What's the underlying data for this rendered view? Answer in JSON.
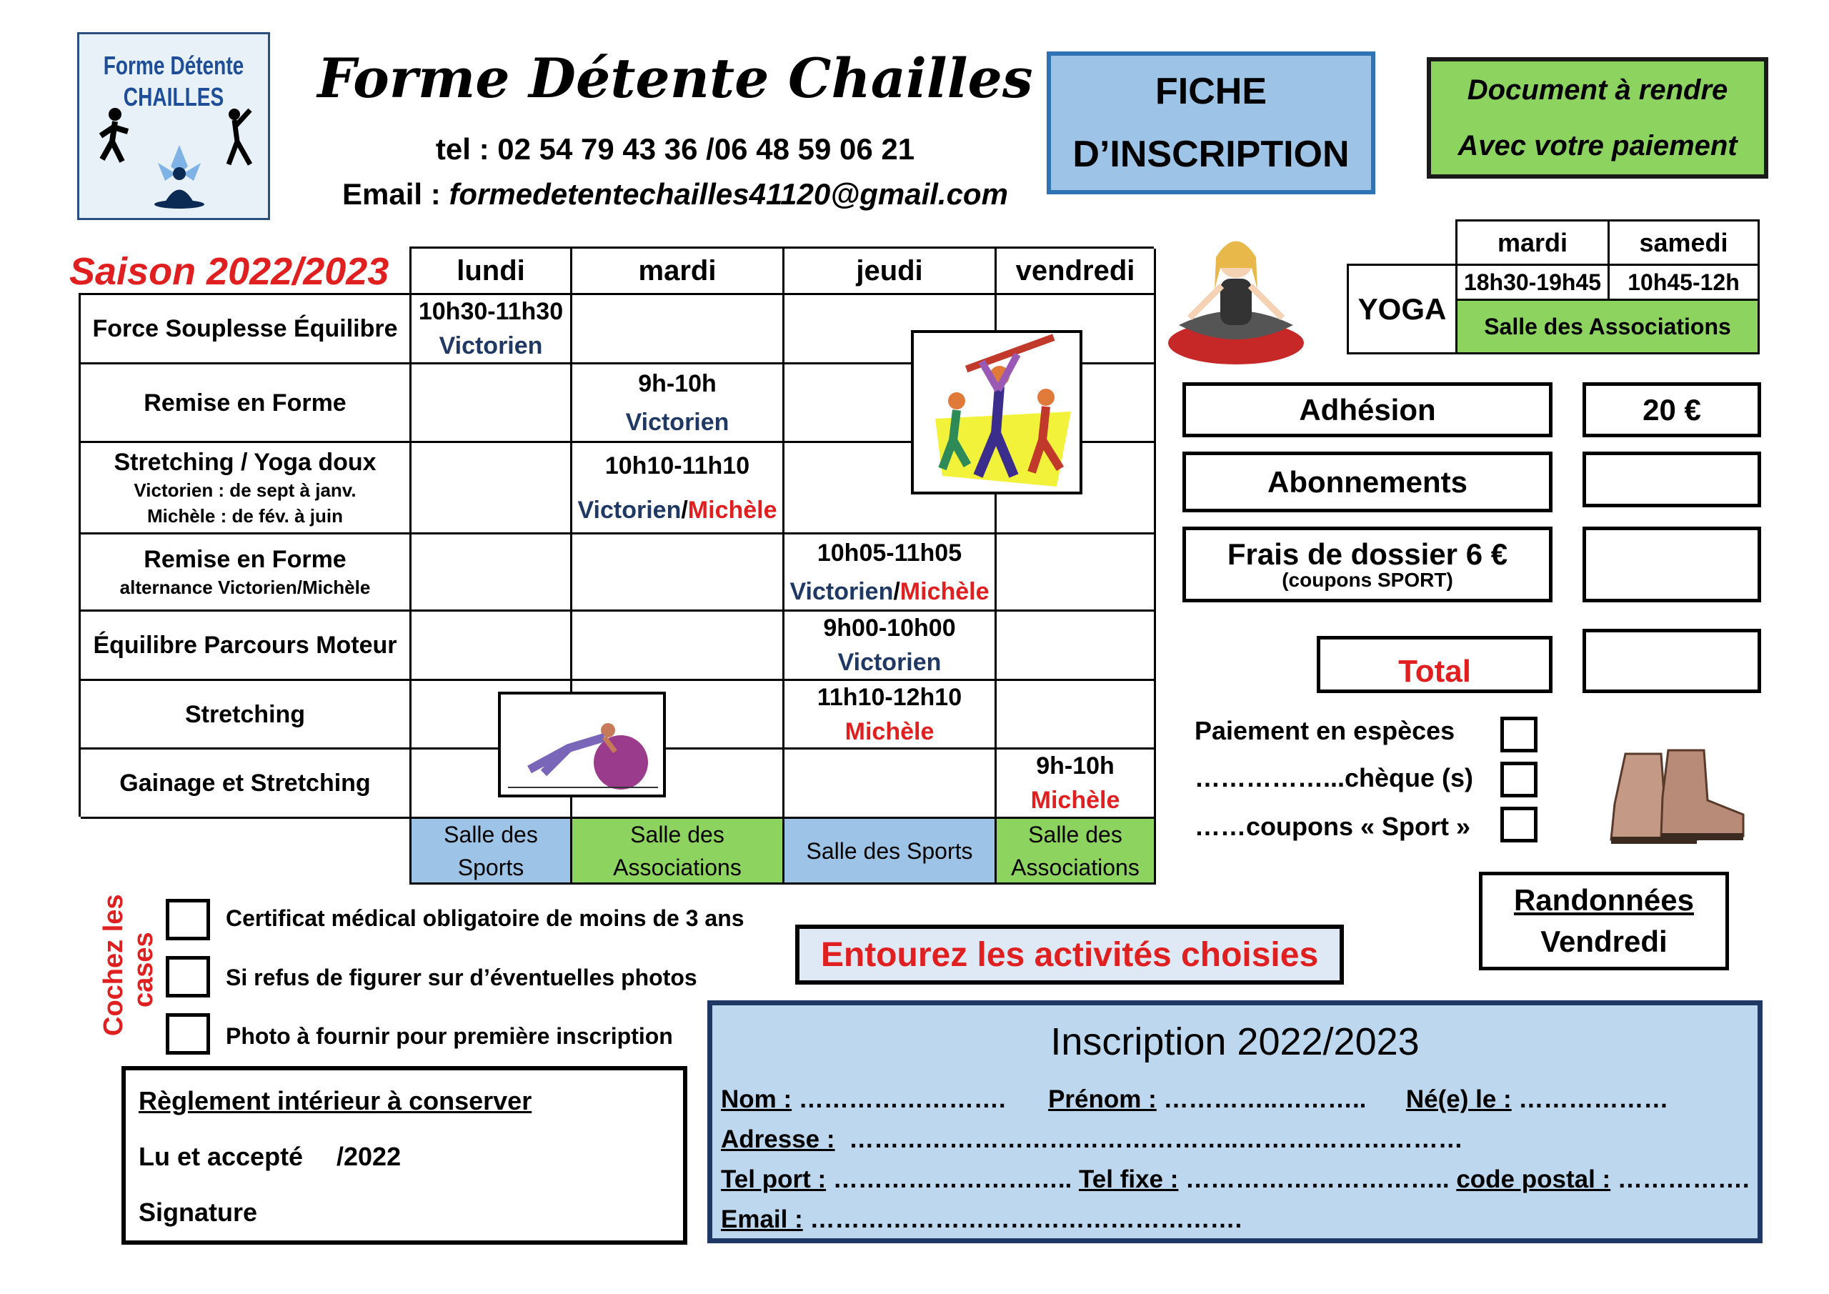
{
  "logo": {
    "line1": "Forme Détente",
    "line2": "CHAILLES"
  },
  "header": {
    "brand": "Forme Détente Chailles",
    "tel": "tel : 02 54 79 43 36 /06 48 59 06 21",
    "email_label": "Email : ",
    "email_value": "formedetentechailles41120@gmail.com"
  },
  "fiche": {
    "line1": "FICHE",
    "line2": "D’INSCRIPTION"
  },
  "document_note": {
    "line1": "Document à rendre",
    "line2": "Avec votre paiement"
  },
  "season": "Saison 2022/2023",
  "schedule": {
    "days": [
      "lundi",
      "mardi",
      "jeudi",
      "vendredi"
    ],
    "activities": [
      {
        "name": "Force Souplesse  Équilibre"
      },
      {
        "name": "Remise en Forme"
      },
      {
        "name": "Stretching / Yoga doux",
        "note1": "Victorien : de sept à janv.",
        "note2": "Michèle : de fév. à juin"
      },
      {
        "name": "Remise en Forme",
        "note1": "alternance Victorien/Michèle"
      },
      {
        "name": "Équilibre Parcours Moteur"
      },
      {
        "name": "Stretching"
      },
      {
        "name": "Gainage et Stretching"
      }
    ],
    "slots": {
      "lundi_force_time": "10h30-11h30",
      "lundi_force_coach": "Victorien",
      "mardi_remise_time": "9h-10h",
      "mardi_remise_coach": "Victorien",
      "mardi_stretch_time": "10h10-11h10",
      "mardi_stretch_coach1": "Victorien",
      "mardi_stretch_sep": "/",
      "mardi_stretch_coach2": "Michèle",
      "jeudi_remise_time": "10h05-11h05",
      "jeudi_remise_coach1": "Victorien",
      "jeudi_remise_sep": "/",
      "jeudi_remise_coach2": "Michèle",
      "jeudi_equilibre_time": "9h00-10h00",
      "jeudi_equilibre_coach": "Victorien",
      "jeudi_stretching_time": "11h10-12h10",
      "jeudi_stretching_coach": "Michèle",
      "vendredi_gainage_time": "9h-10h",
      "vendredi_gainage_coach": "Michèle"
    },
    "venues": [
      {
        "line1": "Salle des",
        "line2": "Sports",
        "color": "#9dc3e6"
      },
      {
        "line1": "Salle des",
        "line2": "Associations",
        "color": "#8dd35f"
      },
      {
        "line1": "Salle des Sports",
        "line2": "",
        "color": "#9dc3e6"
      },
      {
        "line1": "Salle des",
        "line2": "Associations",
        "color": "#8dd35f"
      }
    ]
  },
  "yoga": {
    "label": "YOGA",
    "days": [
      "mardi",
      "samedi"
    ],
    "times": [
      "18h30-19h45",
      "10h45-12h"
    ],
    "venue": "Salle des Associations"
  },
  "fees": {
    "adhesion": "Adhésion",
    "adhesion_amount": "20 €",
    "abonnements": "Abonnements",
    "frais": "Frais de dossier  6 €",
    "frais_note": "(coupons SPORT)",
    "total": "Total"
  },
  "payment": {
    "especes": "Paiement en espèces",
    "cheque": "……………...chèque (s)",
    "coupons": "……coupons « Sport »"
  },
  "randonnees": {
    "line1": "Randonnées",
    "line2": "Vendredi"
  },
  "checkboxes": {
    "side_label_1": "Cochez les",
    "side_label_2": "cases",
    "items": [
      "Certificat médical obligatoire de moins de 3 ans",
      "Si refus de figurer sur d’éventuelles photos",
      "Photo à fournir pour première inscription"
    ]
  },
  "reglement": {
    "title": "Règlement intérieur à conserver",
    "lu": "Lu et accepté",
    "date": "/2022",
    "signature": "Signature"
  },
  "entourez": "Entourez les activités choisies",
  "inscription": {
    "title": "Inscription 2022/2023",
    "nom": "Nom :",
    "nom_dots": " ……………………. ",
    "prenom": "Prénom :",
    "prenom_dots": " …………..……….. ",
    "ne": "Né(e) le :",
    "ne_dots": " ………………",
    "adresse": "Adresse :",
    "adresse_dots": " ………………………………………..………………………",
    "telport": "Tel port :",
    "telport_dots": " ……………………….. ",
    "telfixe": "Tel fixe :",
    "telfixe_dots": " ………………………….. ",
    "cp": "code postal :",
    "cp_dots": " …………….",
    "email": "Email :",
    "email_dots": " ……………………………………………."
  },
  "colors": {
    "blue_cell": "#9dc3e6",
    "green_cell": "#8dd35f",
    "navy": "#1f3864",
    "red": "#e02020",
    "form_bg": "#bdd7ee"
  },
  "icons": [
    "runner-icon",
    "meditation-icon",
    "stretch-figure-icon",
    "yoga-girl-icon",
    "aerobics-icon",
    "fitness-ball-icon",
    "hiking-boots-icon"
  ]
}
